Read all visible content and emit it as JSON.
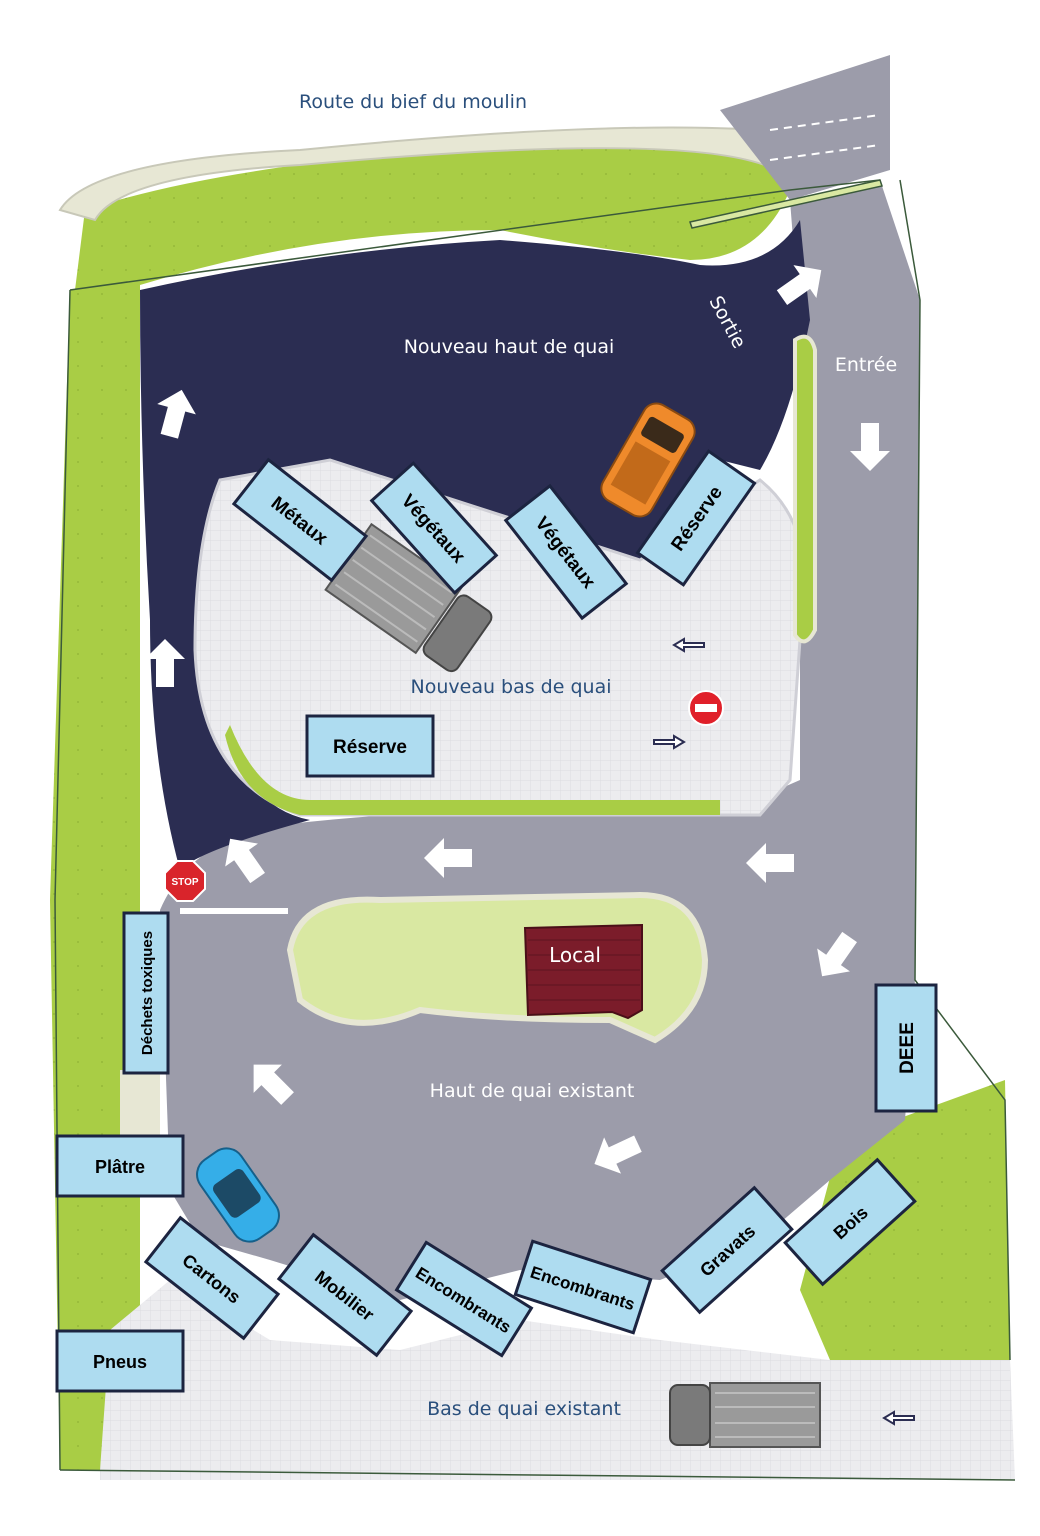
{
  "colors": {
    "grass": "#a9cd45",
    "grass_light": "#d9e8a2",
    "road_existing": "#9c9caa",
    "road_new": "#2b2d52",
    "pavement": "#e9e9ec",
    "curb": "#e7e7d4",
    "bin_fill": "#aedcf0",
    "bin_border": "#1c2440",
    "local_fill": "#7b1c2a",
    "arrow": "#ffffff",
    "label_dark": "#2a4f7c"
  },
  "labels": {
    "road_name": "Route du bief du moulin",
    "new_top": "Nouveau haut de quai",
    "new_bottom": "Nouveau bas de quai",
    "exit": "Sortie",
    "entry": "Entrée",
    "existing_top": "Haut de quai existant",
    "existing_bottom": "Bas de quai existant",
    "local": "Local",
    "stop": "STOP"
  },
  "bins": {
    "metaux": "Métaux",
    "vegetaux_1": "Végétaux",
    "vegetaux_2": "Végétaux",
    "reserve_top": "Réserve",
    "reserve_bottom": "Réserve",
    "dechets_toxiques": "Déchets toxiques",
    "platre": "Plâtre",
    "pneus": "Pneus",
    "cartons": "Cartons",
    "mobilier": "Mobilier",
    "encombrants_1": "Encombrants",
    "encombrants_2": "Encombrants",
    "gravats": "Gravats",
    "bois": "Bois",
    "deee": "DEEE"
  },
  "icons": {
    "traffic_arrow": "arrow-icon",
    "no_entry": "no-entry-sign-icon",
    "stop": "stop-sign-icon",
    "truck": "truck-icon",
    "car": "car-icon",
    "pickup": "pickup-truck-icon"
  }
}
